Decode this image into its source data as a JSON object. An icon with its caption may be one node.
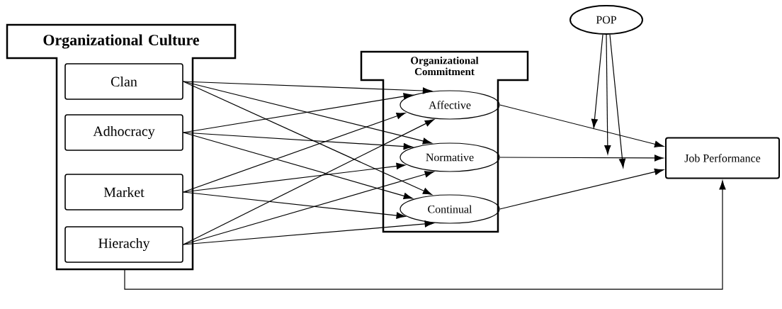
{
  "diagram": {
    "nodes": [
      {
        "text": [
          "Organizational Culture"
        ]
      },
      {
        "text": [
          "Clan"
        ],
        "in": 0
      },
      {
        "text": [
          "Adhocracy"
        ],
        "in": 0
      },
      {
        "text": [
          "Market"
        ],
        "in": 0
      },
      {
        "text": [
          "Hierachy"
        ],
        "in": 0
      },
      {
        "text": [
          "Organizational Commitment"
        ]
      },
      {
        "text": [
          "Affective"
        ],
        "in": 5
      },
      {
        "text": [
          "Normative"
        ],
        "in": 5
      },
      {
        "text": [
          "Continual"
        ],
        "in": 5
      },
      {
        "text": [
          "POP"
        ]
      },
      {
        "text": [
          "Job Performance"
        ]
      }
    ],
    "edges": [
      {
        "from": 1,
        "to": 6,
        "arrow": "to"
      },
      {
        "from": 1,
        "to": 7,
        "arrow": "to"
      },
      {
        "from": 1,
        "to": 8,
        "arrow": "to"
      },
      {
        "from": 2,
        "to": 6,
        "arrow": "to"
      },
      {
        "from": 2,
        "to": 7,
        "arrow": "to"
      },
      {
        "from": 2,
        "to": 8,
        "arrow": "to"
      },
      {
        "from": 3,
        "to": 6,
        "arrow": "to"
      },
      {
        "from": 3,
        "to": 7,
        "arrow": "to"
      },
      {
        "from": 3,
        "to": 8,
        "arrow": "to"
      },
      {
        "from": 4,
        "to": 6,
        "arrow": "to"
      },
      {
        "from": 4,
        "to": 7,
        "arrow": "to"
      },
      {
        "from": 4,
        "to": 8,
        "arrow": "to"
      },
      {
        "from": 6,
        "to": 10,
        "arrow": "to"
      },
      {
        "from": 7,
        "to": 10,
        "arrow": "to"
      },
      {
        "from": 8,
        "to": 10,
        "arrow": "to"
      },
      {
        "from": 9,
        "to": null,
        "arrow": "to"
      },
      {
        "from": 9,
        "to": null,
        "arrow": "to"
      },
      {
        "from": 9,
        "to": null,
        "arrow": "to"
      },
      {
        "from": 0,
        "to": 10,
        "arrow": "to"
      }
    ]
  }
}
